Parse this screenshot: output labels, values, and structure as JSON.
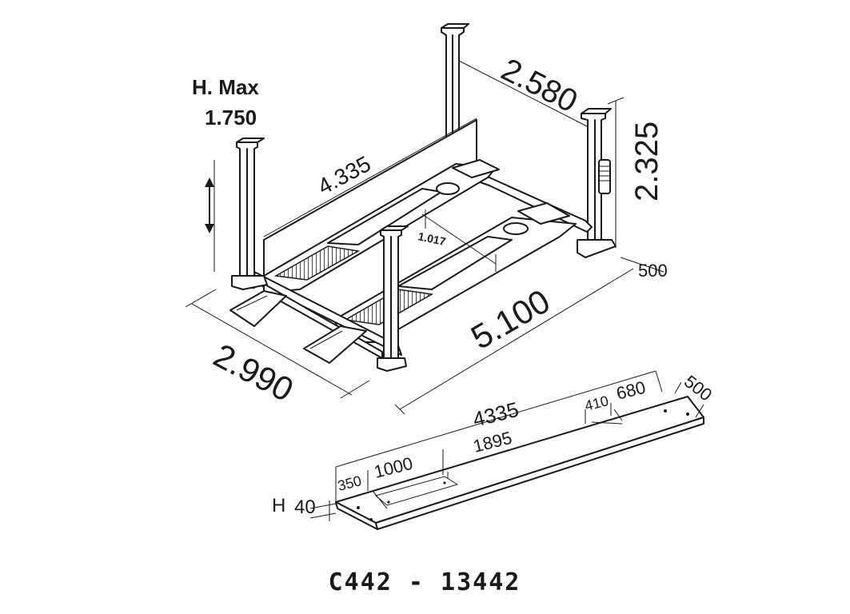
{
  "lift": {
    "height_label": "H. Max",
    "height_value": "1.750",
    "width_top": "2.580",
    "column_height": "2.325",
    "runway_length": "4.335",
    "runway_gap": "1.017",
    "overall_length": "5.100",
    "overall_width": "2.990",
    "extension": "500"
  },
  "runway_detail": {
    "length": "4335",
    "inner_length": "1895",
    "section_350": "350",
    "section_1000": "1000",
    "section_410": "410",
    "section_680": "680",
    "width": "500",
    "height_label": "H",
    "height_value": "40"
  },
  "caption": "C442 - 13442"
}
